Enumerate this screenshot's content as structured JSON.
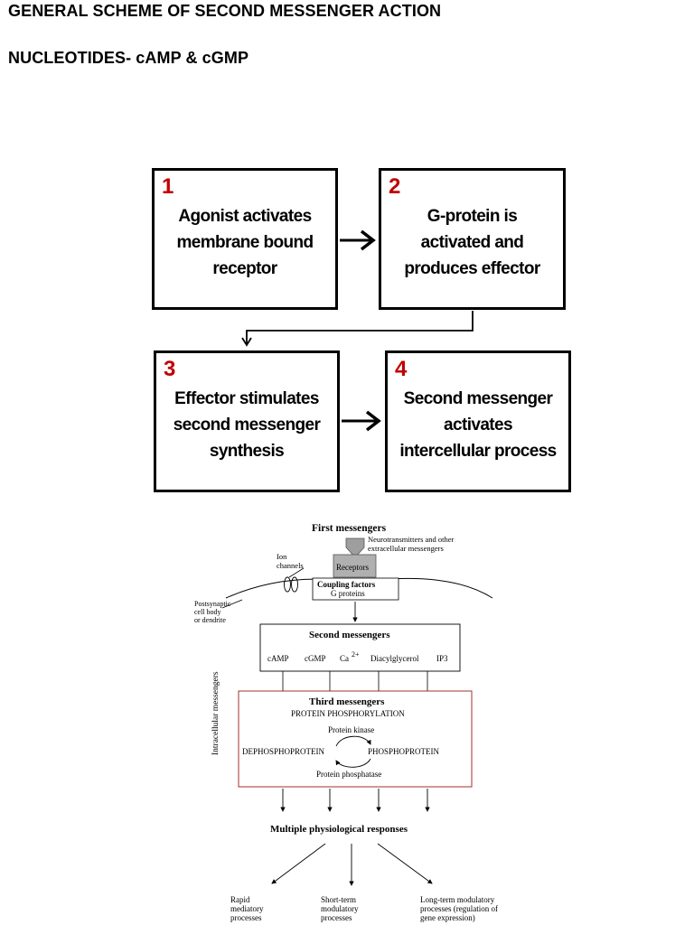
{
  "headings": {
    "title": "GENERAL SCHEME OF SECOND MESSENGER ACTION",
    "subtitle": "NUCLEOTIDES- cAMP & cGMP"
  },
  "flow_steps": [
    {
      "number": "1",
      "text": "Agonist activates\nmembrane bound\nreceptor"
    },
    {
      "number": "2",
      "text": "G-protein is\nactivated and\nproduces effector"
    },
    {
      "number": "3",
      "text": "Effector stimulates\nsecond messenger\nsynthesis"
    },
    {
      "number": "4",
      "text": "Second messenger\nactivates\nintercellular process"
    }
  ],
  "diagram": {
    "first_messengers": "First messengers",
    "extracellular_line1": "Neurotransmitters and other",
    "extracellular_line2": "extracellular messengers",
    "receptors": "Receptors",
    "ion_channels_line1": "Ion",
    "ion_channels_line2": "channels",
    "coupling_line1": "Coupling factors",
    "coupling_line2": "G proteins",
    "postsynaptic_line1": "Postsynaptic",
    "postsynaptic_line2": "cell body",
    "postsynaptic_line3": "or dendrite",
    "intracellular": "Intracellular messengers",
    "second_messengers": "Second messengers",
    "second_items": {
      "camp": "cAMP",
      "cgmp": "cGMP",
      "ca": "Ca",
      "ca_sup": "2+",
      "dag": "Diacylglycerol",
      "ip3": "IP3"
    },
    "third_messengers": "Third messengers",
    "protein_phosphorylation": "PROTEIN PHOSPHORYLATION",
    "protein_kinase": "Protein kinase",
    "dephosphoprotein": "DEPHOSPHOPROTEIN",
    "phosphoprotein": "PHOSPHOPROTEIN",
    "protein_phosphatase": "Protein phosphatase",
    "responses": "Multiple physiological responses",
    "rapid_line1": "Rapid",
    "rapid_line2": "mediatory",
    "rapid_line3": "processes",
    "short_line1": "Short-term",
    "short_line2": "modulatory",
    "short_line3": "processes",
    "long_line1": "Long-term modulatory",
    "long_line2": "processes (regulation of",
    "long_line3": "gene expression)"
  }
}
